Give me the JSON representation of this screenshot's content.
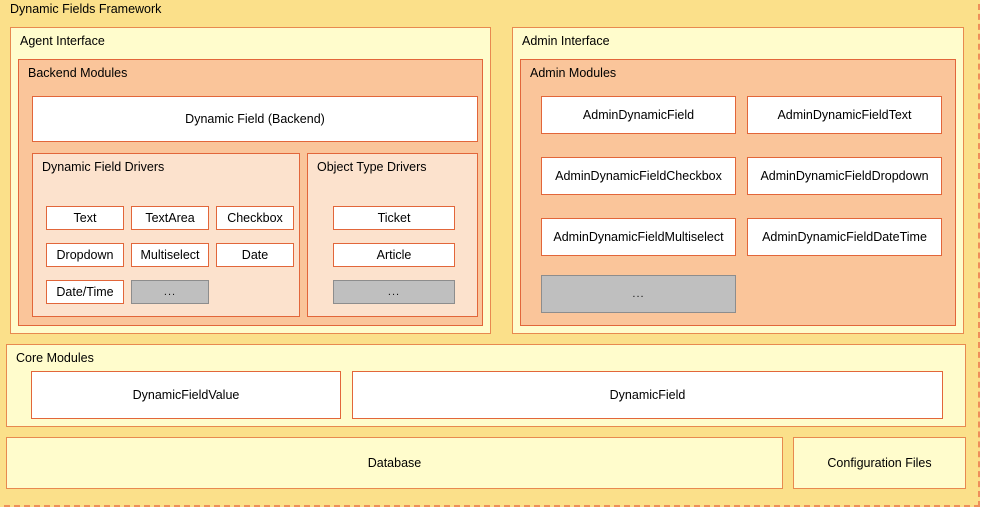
{
  "framework": {
    "title": "Dynamic Fields Framework"
  },
  "agent_interface": {
    "title": "Agent Interface",
    "backend_modules": {
      "title": "Backend Modules",
      "main_box": "Dynamic Field (Backend)",
      "dynamic_field_drivers": {
        "title": "Dynamic Field Drivers",
        "items": [
          "Text",
          "TextArea",
          "Checkbox",
          "Dropdown",
          "Multiselect",
          "Date",
          "Date/Time",
          "..."
        ]
      },
      "object_type_drivers": {
        "title": "Object Type Drivers",
        "items": [
          "Ticket",
          "Article",
          "..."
        ]
      }
    }
  },
  "admin_interface": {
    "title": "Admin Interface",
    "admin_modules": {
      "title": "Admin Modules",
      "items": [
        "AdminDynamicField",
        "AdminDynamicFieldText",
        "AdminDynamicFieldCheckbox",
        "AdminDynamicFieldDropdown",
        "AdminDynamicFieldMultiselect",
        "AdminDynamicFieldDateTime",
        "..."
      ]
    }
  },
  "core_modules": {
    "title": "Core Modules",
    "items": [
      "DynamicFieldValue",
      "DynamicField"
    ]
  },
  "bottom": {
    "database": "Database",
    "configuration_files": "Configuration Files"
  },
  "colors": {
    "framework_fill": "#fbe08a",
    "framework_border": "#ef8f5a",
    "interface_fill": "#fffccc",
    "modules_fill": "#fac59a",
    "drivers_fill": "#fce2cd",
    "box_fill": "#ffffff",
    "box_border": "#e2663a",
    "placeholder_fill": "#bfbfbf",
    "placeholder_border": "#8d8d8d"
  }
}
